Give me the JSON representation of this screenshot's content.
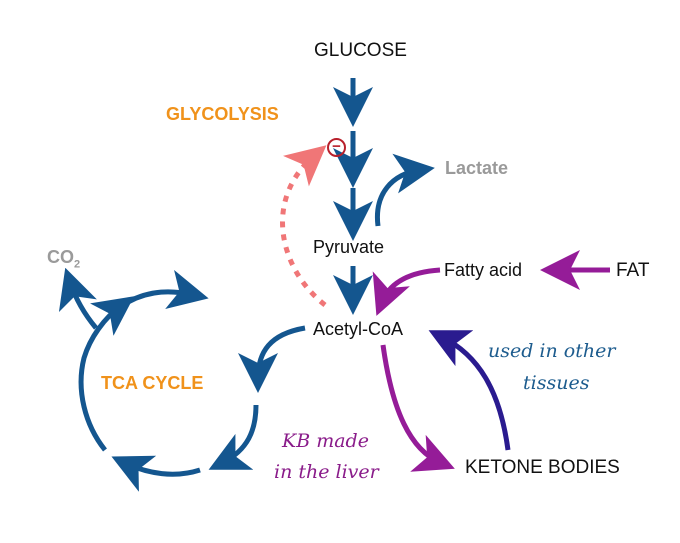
{
  "labels": {
    "glucose": "GLUCOSE",
    "glycolysis": "GLYCOLYSIS",
    "inhibitor_symbol": "−",
    "lactate": "Lactate",
    "pyruvate": "Pyruvate",
    "fatty_acid": "Fatty acid",
    "fat": "FAT",
    "co2_main": "CO",
    "co2_sub": "2",
    "acetyl_coa": "Acetyl-CoA",
    "tca_cycle": "TCA CYCLE",
    "used_in_other": "used in other",
    "tissues": "tissues",
    "kb_made": "KB made",
    "in_the_liver": "in the liver",
    "ketone_bodies": "KETONE BODIES"
  },
  "colors": {
    "blue": "#14568f",
    "purple": "#951c98",
    "indigo": "#2a1b8f",
    "salmon": "#f07677",
    "orange": "#f0921b",
    "gray": "#9a9a9a",
    "inhibitor_red": "#b8202c"
  }
}
